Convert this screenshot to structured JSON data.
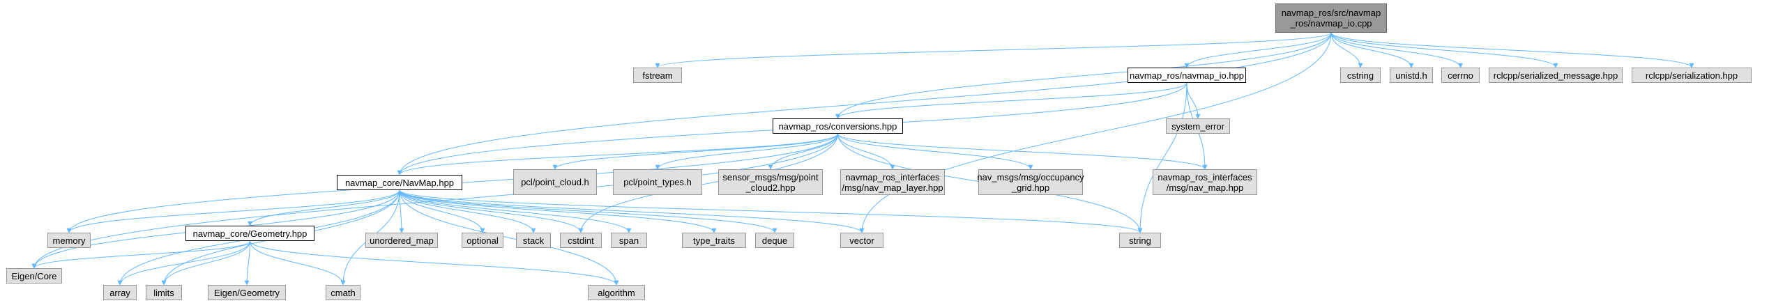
{
  "colors": {
    "edge": "#63b8ff",
    "root_fill": "#999999",
    "linked_fill": "#ffffff",
    "system_fill": "#e0e0e0"
  },
  "nodes": [
    {
      "id": "navmap_io_cpp",
      "label": "navmap_ros/src/navmap\n_ros/navmap_io.cpp",
      "kind": "root"
    },
    {
      "id": "fstream",
      "label": "fstream",
      "kind": "system"
    },
    {
      "id": "navmap_io_hpp",
      "label": "navmap_ros/navmap_io.hpp",
      "kind": "linked"
    },
    {
      "id": "cstring",
      "label": "cstring",
      "kind": "system"
    },
    {
      "id": "unistd",
      "label": "unistd.h",
      "kind": "system"
    },
    {
      "id": "cerrno",
      "label": "cerrno",
      "kind": "system"
    },
    {
      "id": "serialized_message",
      "label": "rclcpp/serialized_message.hpp",
      "kind": "system"
    },
    {
      "id": "serialization",
      "label": "rclcpp/serialization.hpp",
      "kind": "system"
    },
    {
      "id": "system_error",
      "label": "system_error",
      "kind": "system"
    },
    {
      "id": "conversions",
      "label": "navmap_ros/conversions.hpp",
      "kind": "linked"
    },
    {
      "id": "navmap_hpp",
      "label": "navmap_core/NavMap.hpp",
      "kind": "linked"
    },
    {
      "id": "pcl_point_cloud",
      "label": "pcl/point_cloud.h",
      "kind": "system"
    },
    {
      "id": "pcl_point_types",
      "label": "pcl/point_types.h",
      "kind": "system"
    },
    {
      "id": "sensor_msgs",
      "label": "sensor_msgs/msg/point\n_cloud2.hpp",
      "kind": "system"
    },
    {
      "id": "nav_map_layer",
      "label": "navmap_ros_interfaces\n/msg/nav_map_layer.hpp",
      "kind": "system"
    },
    {
      "id": "occupancy_grid",
      "label": "nav_msgs/msg/occupancy\n_grid.hpp",
      "kind": "system"
    },
    {
      "id": "nav_map_msg",
      "label": "navmap_ros_interfaces\n/msg/nav_map.hpp",
      "kind": "system"
    },
    {
      "id": "memory",
      "label": "memory",
      "kind": "system"
    },
    {
      "id": "geometry_hpp",
      "label": "navmap_core/Geometry.hpp",
      "kind": "linked"
    },
    {
      "id": "unordered_map",
      "label": "unordered_map",
      "kind": "system"
    },
    {
      "id": "optional",
      "label": "optional",
      "kind": "system"
    },
    {
      "id": "stack",
      "label": "stack",
      "kind": "system"
    },
    {
      "id": "cstdint",
      "label": "cstdint",
      "kind": "system"
    },
    {
      "id": "span",
      "label": "span",
      "kind": "system"
    },
    {
      "id": "type_traits",
      "label": "type_traits",
      "kind": "system"
    },
    {
      "id": "deque",
      "label": "deque",
      "kind": "system"
    },
    {
      "id": "vector",
      "label": "vector",
      "kind": "system"
    },
    {
      "id": "string",
      "label": "string",
      "kind": "system"
    },
    {
      "id": "eigen_core",
      "label": "Eigen/Core",
      "kind": "system"
    },
    {
      "id": "array",
      "label": "array",
      "kind": "system"
    },
    {
      "id": "limits",
      "label": "limits",
      "kind": "system"
    },
    {
      "id": "eigen_geometry",
      "label": "Eigen/Geometry",
      "kind": "system"
    },
    {
      "id": "cmath",
      "label": "cmath",
      "kind": "system"
    },
    {
      "id": "algorithm",
      "label": "algorithm",
      "kind": "system"
    }
  ],
  "edges": [
    [
      "navmap_io_cpp",
      "fstream"
    ],
    [
      "navmap_io_cpp",
      "navmap_io_hpp"
    ],
    [
      "navmap_io_cpp",
      "conversions"
    ],
    [
      "navmap_io_cpp",
      "navmap_hpp"
    ],
    [
      "navmap_io_cpp",
      "vector"
    ],
    [
      "navmap_io_cpp",
      "cstring"
    ],
    [
      "navmap_io_cpp",
      "unistd"
    ],
    [
      "navmap_io_cpp",
      "cerrno"
    ],
    [
      "navmap_io_cpp",
      "serialized_message"
    ],
    [
      "navmap_io_cpp",
      "serialization"
    ],
    [
      "navmap_io_hpp",
      "navmap_hpp"
    ],
    [
      "navmap_io_hpp",
      "conversions"
    ],
    [
      "navmap_io_hpp",
      "system_error"
    ],
    [
      "navmap_io_hpp",
      "nav_map_msg"
    ],
    [
      "navmap_io_hpp",
      "string"
    ],
    [
      "conversions",
      "navmap_hpp"
    ],
    [
      "conversions",
      "eigen_core"
    ],
    [
      "conversions",
      "memory"
    ],
    [
      "conversions",
      "pcl_point_cloud"
    ],
    [
      "conversions",
      "pcl_point_types"
    ],
    [
      "conversions",
      "sensor_msgs"
    ],
    [
      "conversions",
      "nav_map_layer"
    ],
    [
      "conversions",
      "occupancy_grid"
    ],
    [
      "conversions",
      "nav_map_msg"
    ],
    [
      "conversions",
      "string"
    ],
    [
      "conversions",
      "cstdint"
    ],
    [
      "navmap_hpp",
      "memory"
    ],
    [
      "navmap_hpp",
      "eigen_core"
    ],
    [
      "navmap_hpp",
      "array"
    ],
    [
      "navmap_hpp",
      "limits"
    ],
    [
      "navmap_hpp",
      "geometry_hpp"
    ],
    [
      "navmap_hpp",
      "cmath"
    ],
    [
      "navmap_hpp",
      "unordered_map"
    ],
    [
      "navmap_hpp",
      "optional"
    ],
    [
      "navmap_hpp",
      "stack"
    ],
    [
      "navmap_hpp",
      "cstdint"
    ],
    [
      "navmap_hpp",
      "span"
    ],
    [
      "navmap_hpp",
      "type_traits"
    ],
    [
      "navmap_hpp",
      "deque"
    ],
    [
      "navmap_hpp",
      "vector"
    ],
    [
      "navmap_hpp",
      "string"
    ],
    [
      "navmap_hpp",
      "algorithm"
    ],
    [
      "geometry_hpp",
      "eigen_core"
    ],
    [
      "geometry_hpp",
      "array"
    ],
    [
      "geometry_hpp",
      "limits"
    ],
    [
      "geometry_hpp",
      "eigen_geometry"
    ],
    [
      "geometry_hpp",
      "cmath"
    ],
    [
      "geometry_hpp",
      "algorithm"
    ]
  ]
}
